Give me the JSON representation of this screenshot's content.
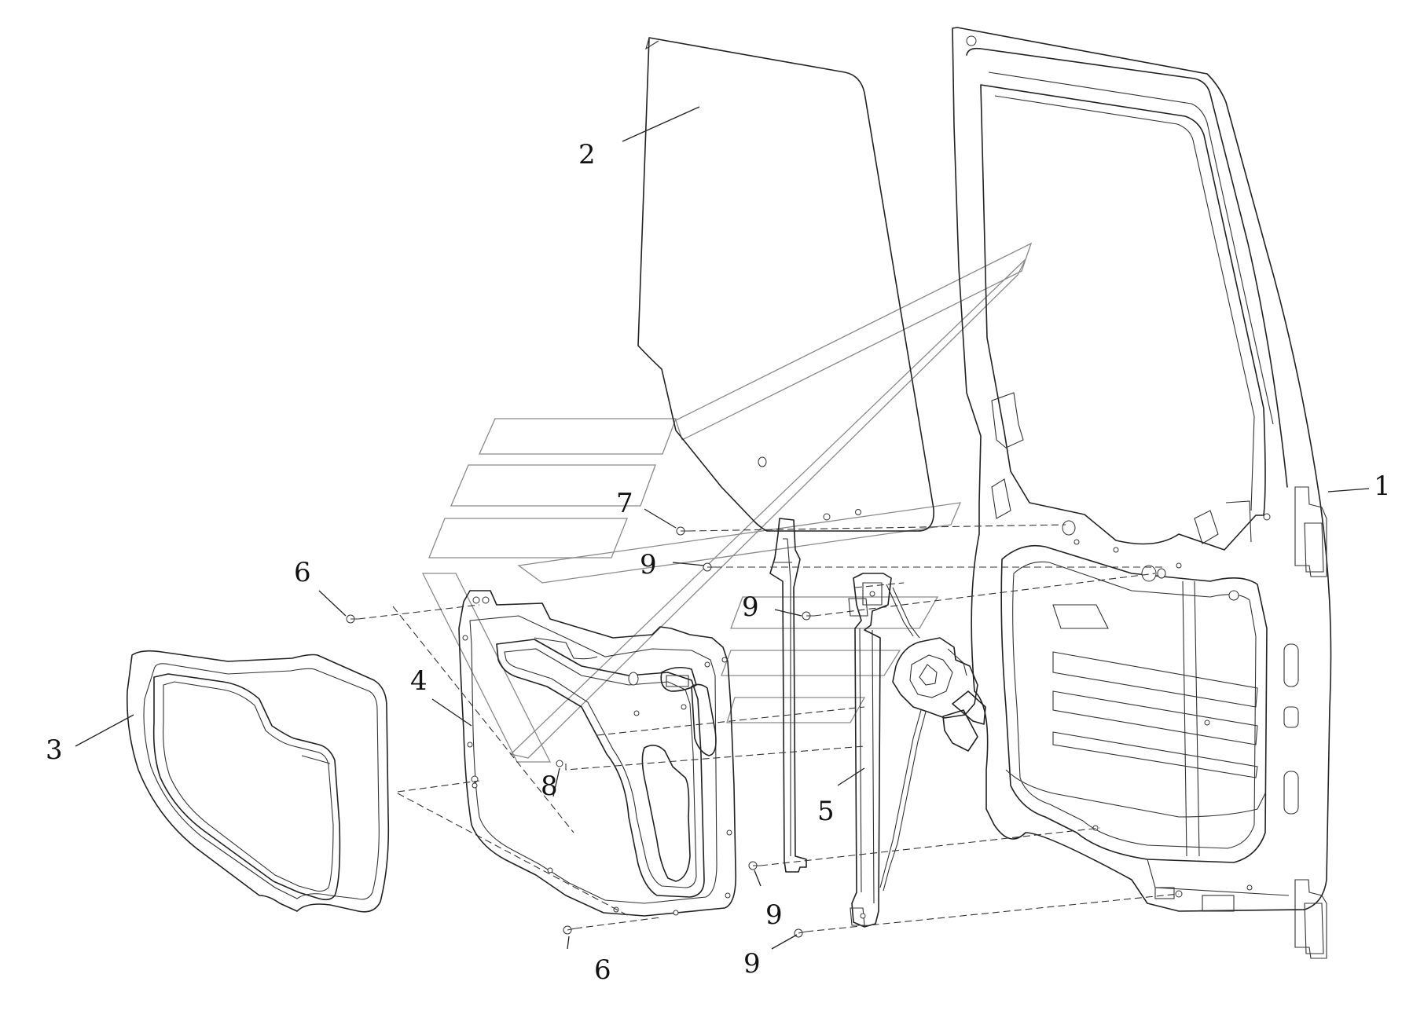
{
  "diagram": {
    "callouts": [
      {
        "id": "1",
        "label": "1"
      },
      {
        "id": "2",
        "label": "2"
      },
      {
        "id": "3",
        "label": "3"
      },
      {
        "id": "4",
        "label": "4"
      },
      {
        "id": "5",
        "label": "5"
      },
      {
        "id": "6a",
        "label": "6"
      },
      {
        "id": "6b",
        "label": "6"
      },
      {
        "id": "7",
        "label": "7"
      },
      {
        "id": "8",
        "label": "8"
      },
      {
        "id": "9a",
        "label": "9"
      },
      {
        "id": "9b",
        "label": "9"
      },
      {
        "id": "9c",
        "label": "9"
      },
      {
        "id": "9d",
        "label": "9"
      }
    ],
    "parts": [
      "door-frame",
      "door-glass",
      "trim-pad",
      "inner-panel",
      "window-regulator",
      "glass-run-channel",
      "fasteners"
    ],
    "line_color": "#222222",
    "watermark_color": "#8a8a8a"
  }
}
